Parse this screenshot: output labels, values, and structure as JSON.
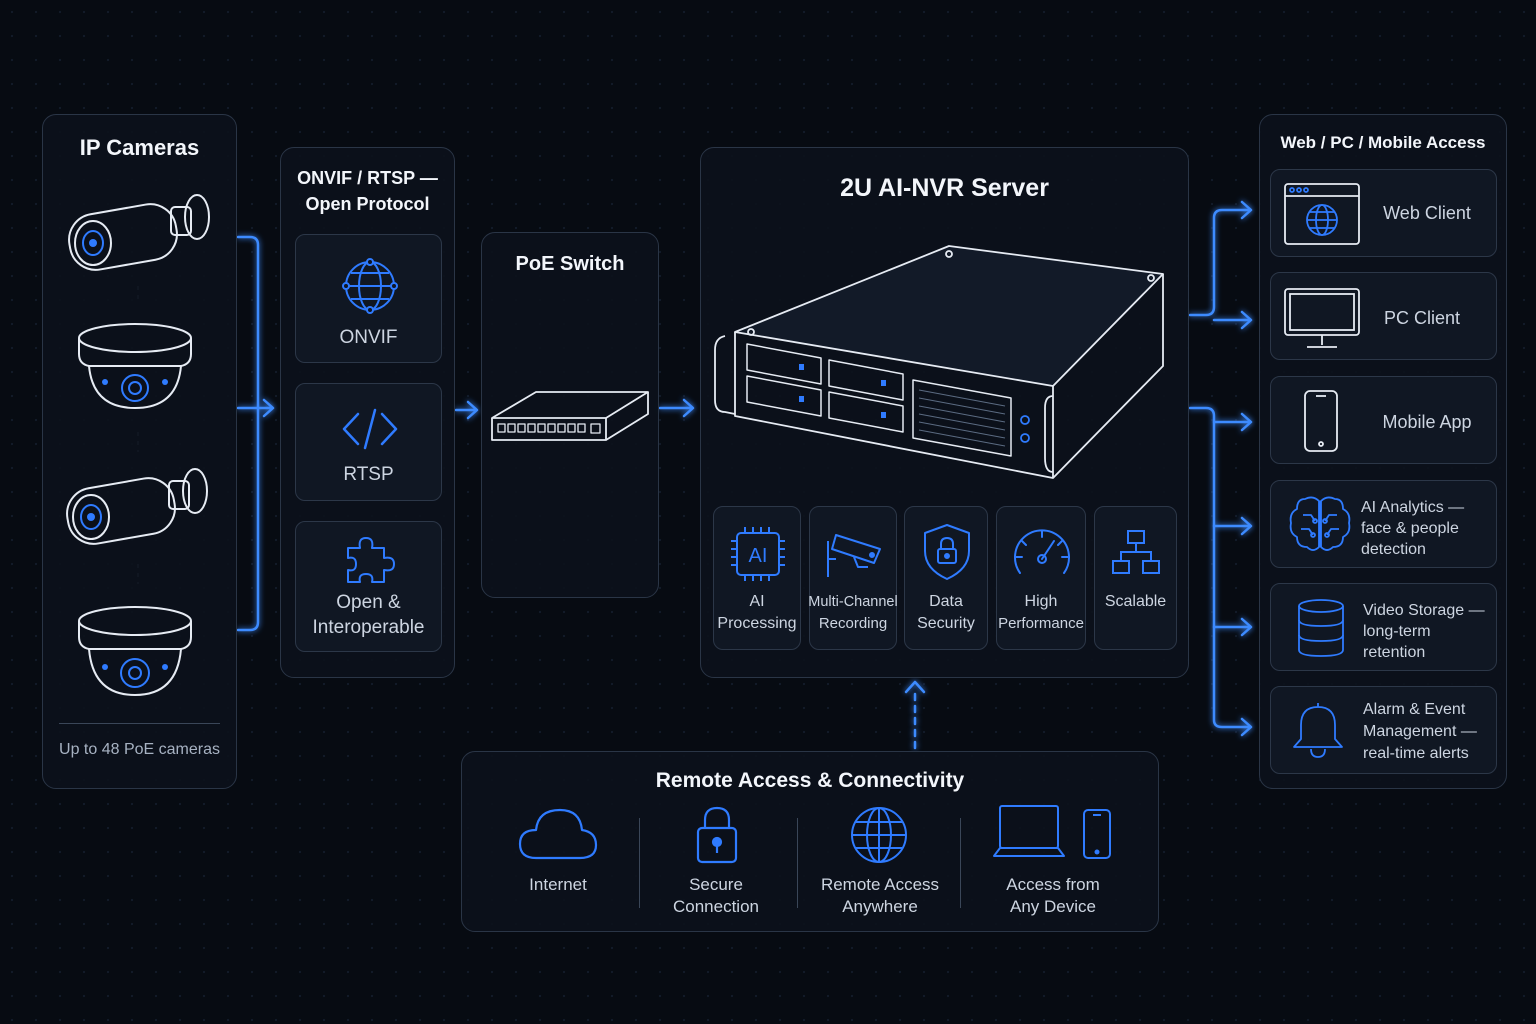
{
  "cameras": {
    "title": "IP Cameras",
    "footer": "Up to 48 PoE cameras",
    "icons": [
      "bullet-camera-icon",
      "dome-camera-icon",
      "bullet-camera-icon",
      "dome-camera-icon"
    ]
  },
  "protocol": {
    "title_line1": "ONVIF / RTSP —",
    "title_line2": "Open Protocol",
    "items": [
      {
        "label": "ONVIF",
        "icon": "network-globe-icon"
      },
      {
        "label": "RTSP",
        "icon": "code-icon"
      },
      {
        "label_line1": "Open &",
        "label_line2": "Interoperable",
        "icon": "puzzle-icon"
      }
    ]
  },
  "switch": {
    "title": "PoE Switch",
    "icon": "network-switch-icon"
  },
  "server": {
    "title": "2U AI-NVR Server",
    "icon": "rack-server-icon",
    "features": [
      {
        "line1": "AI",
        "line2": "Processing",
        "icon": "ai-chip-icon",
        "chip_text": "AI"
      },
      {
        "line1": "Multi-Channel",
        "line2": "Recording",
        "icon": "cctv-camera-icon"
      },
      {
        "line1": "Data",
        "line2": "Security",
        "icon": "shield-lock-icon"
      },
      {
        "line1": "High",
        "line2": "Performance",
        "icon": "speedometer-icon"
      },
      {
        "line1": "Scalable",
        "line2": "",
        "icon": "hierarchy-icon"
      }
    ]
  },
  "remote": {
    "title": "Remote Access & Connectivity",
    "items": [
      {
        "line1": "Internet",
        "line2": "",
        "icon": "cloud-icon"
      },
      {
        "line1": "Secure",
        "line2": "Connection",
        "icon": "padlock-icon"
      },
      {
        "line1": "Remote Access",
        "line2": "Anywhere",
        "icon": "globe-icon"
      },
      {
        "line1": "Access from",
        "line2": "Any Device",
        "icon": "laptop-phone-icon"
      }
    ]
  },
  "access": {
    "title": "Web / PC / Mobile Access",
    "items": [
      {
        "lines": [
          "Web Client"
        ],
        "icon": "browser-globe-icon"
      },
      {
        "lines": [
          "PC Client"
        ],
        "icon": "monitor-icon"
      },
      {
        "lines": [
          "Mobile App"
        ],
        "icon": "smartphone-icon"
      },
      {
        "lines": [
          "AI Analytics —",
          "face & people",
          "detection"
        ],
        "icon": "brain-icon"
      },
      {
        "lines": [
          "Video Storage —",
          "long-term",
          "retention"
        ],
        "icon": "database-icon"
      },
      {
        "lines": [
          "Alarm & Event",
          "Management —",
          "real-time alerts"
        ],
        "icon": "bell-icon"
      }
    ]
  },
  "colors": {
    "accent": "#2f7bff",
    "glow": "#3d8bff",
    "panel_border": "#2a3546",
    "background": "#070b12"
  }
}
